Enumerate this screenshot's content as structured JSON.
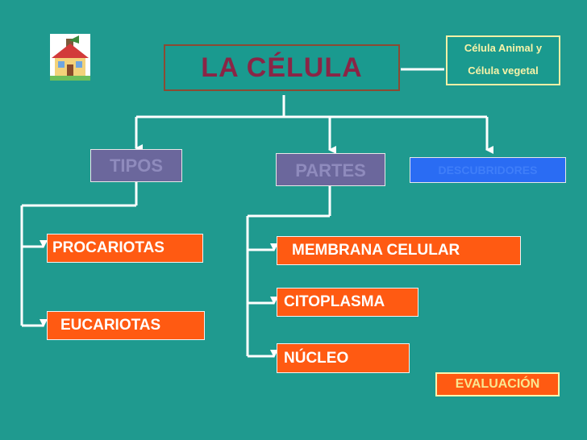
{
  "title": "LA CÉLULA",
  "types_link": {
    "line1": "Célula Animal y",
    "line2": "Célula vegetal"
  },
  "branches": {
    "tipos": "TIPOS",
    "partes": "PARTES",
    "descubridores": "DESCUBRIDORES"
  },
  "tipos_items": [
    "PROCARIOTAS",
    "EUCARIOTAS"
  ],
  "partes_items": [
    "MEMBRANA CELULAR",
    "CITOPLASMA",
    "NÚCLEO"
  ],
  "evaluacion": "EVALUACIÓN",
  "home_icon": "school-house-icon",
  "colors": {
    "background": "#1f9a8f",
    "title_text": "#8a2546",
    "orange": "#ff5a12",
    "purple": "#6b679c",
    "blue": "#2a6cf3",
    "yellow": "#f7f3a8"
  }
}
